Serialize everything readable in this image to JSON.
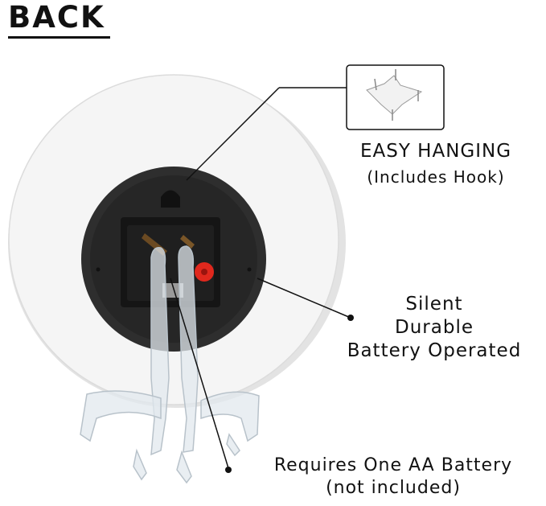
{
  "title": "BACK",
  "callouts": {
    "hanging": {
      "line1": "EASY HANGING",
      "line2": "(Includes Hook)"
    },
    "movement": {
      "line1": "Silent",
      "line2": "Durable",
      "line3": "Battery Operated"
    },
    "battery": {
      "line1": "Requires One AA Battery",
      "line2": "(not included)"
    }
  },
  "colors": {
    "text": "#111111",
    "clock_face": "#f4f4f4",
    "movement_ring": "#2a2a2a",
    "movement_box": "#1a1a1a",
    "knob": "#e8281f"
  },
  "icons": [
    "hook-icon",
    "clock-back-illustration",
    "acrylic-stand-illustration"
  ]
}
